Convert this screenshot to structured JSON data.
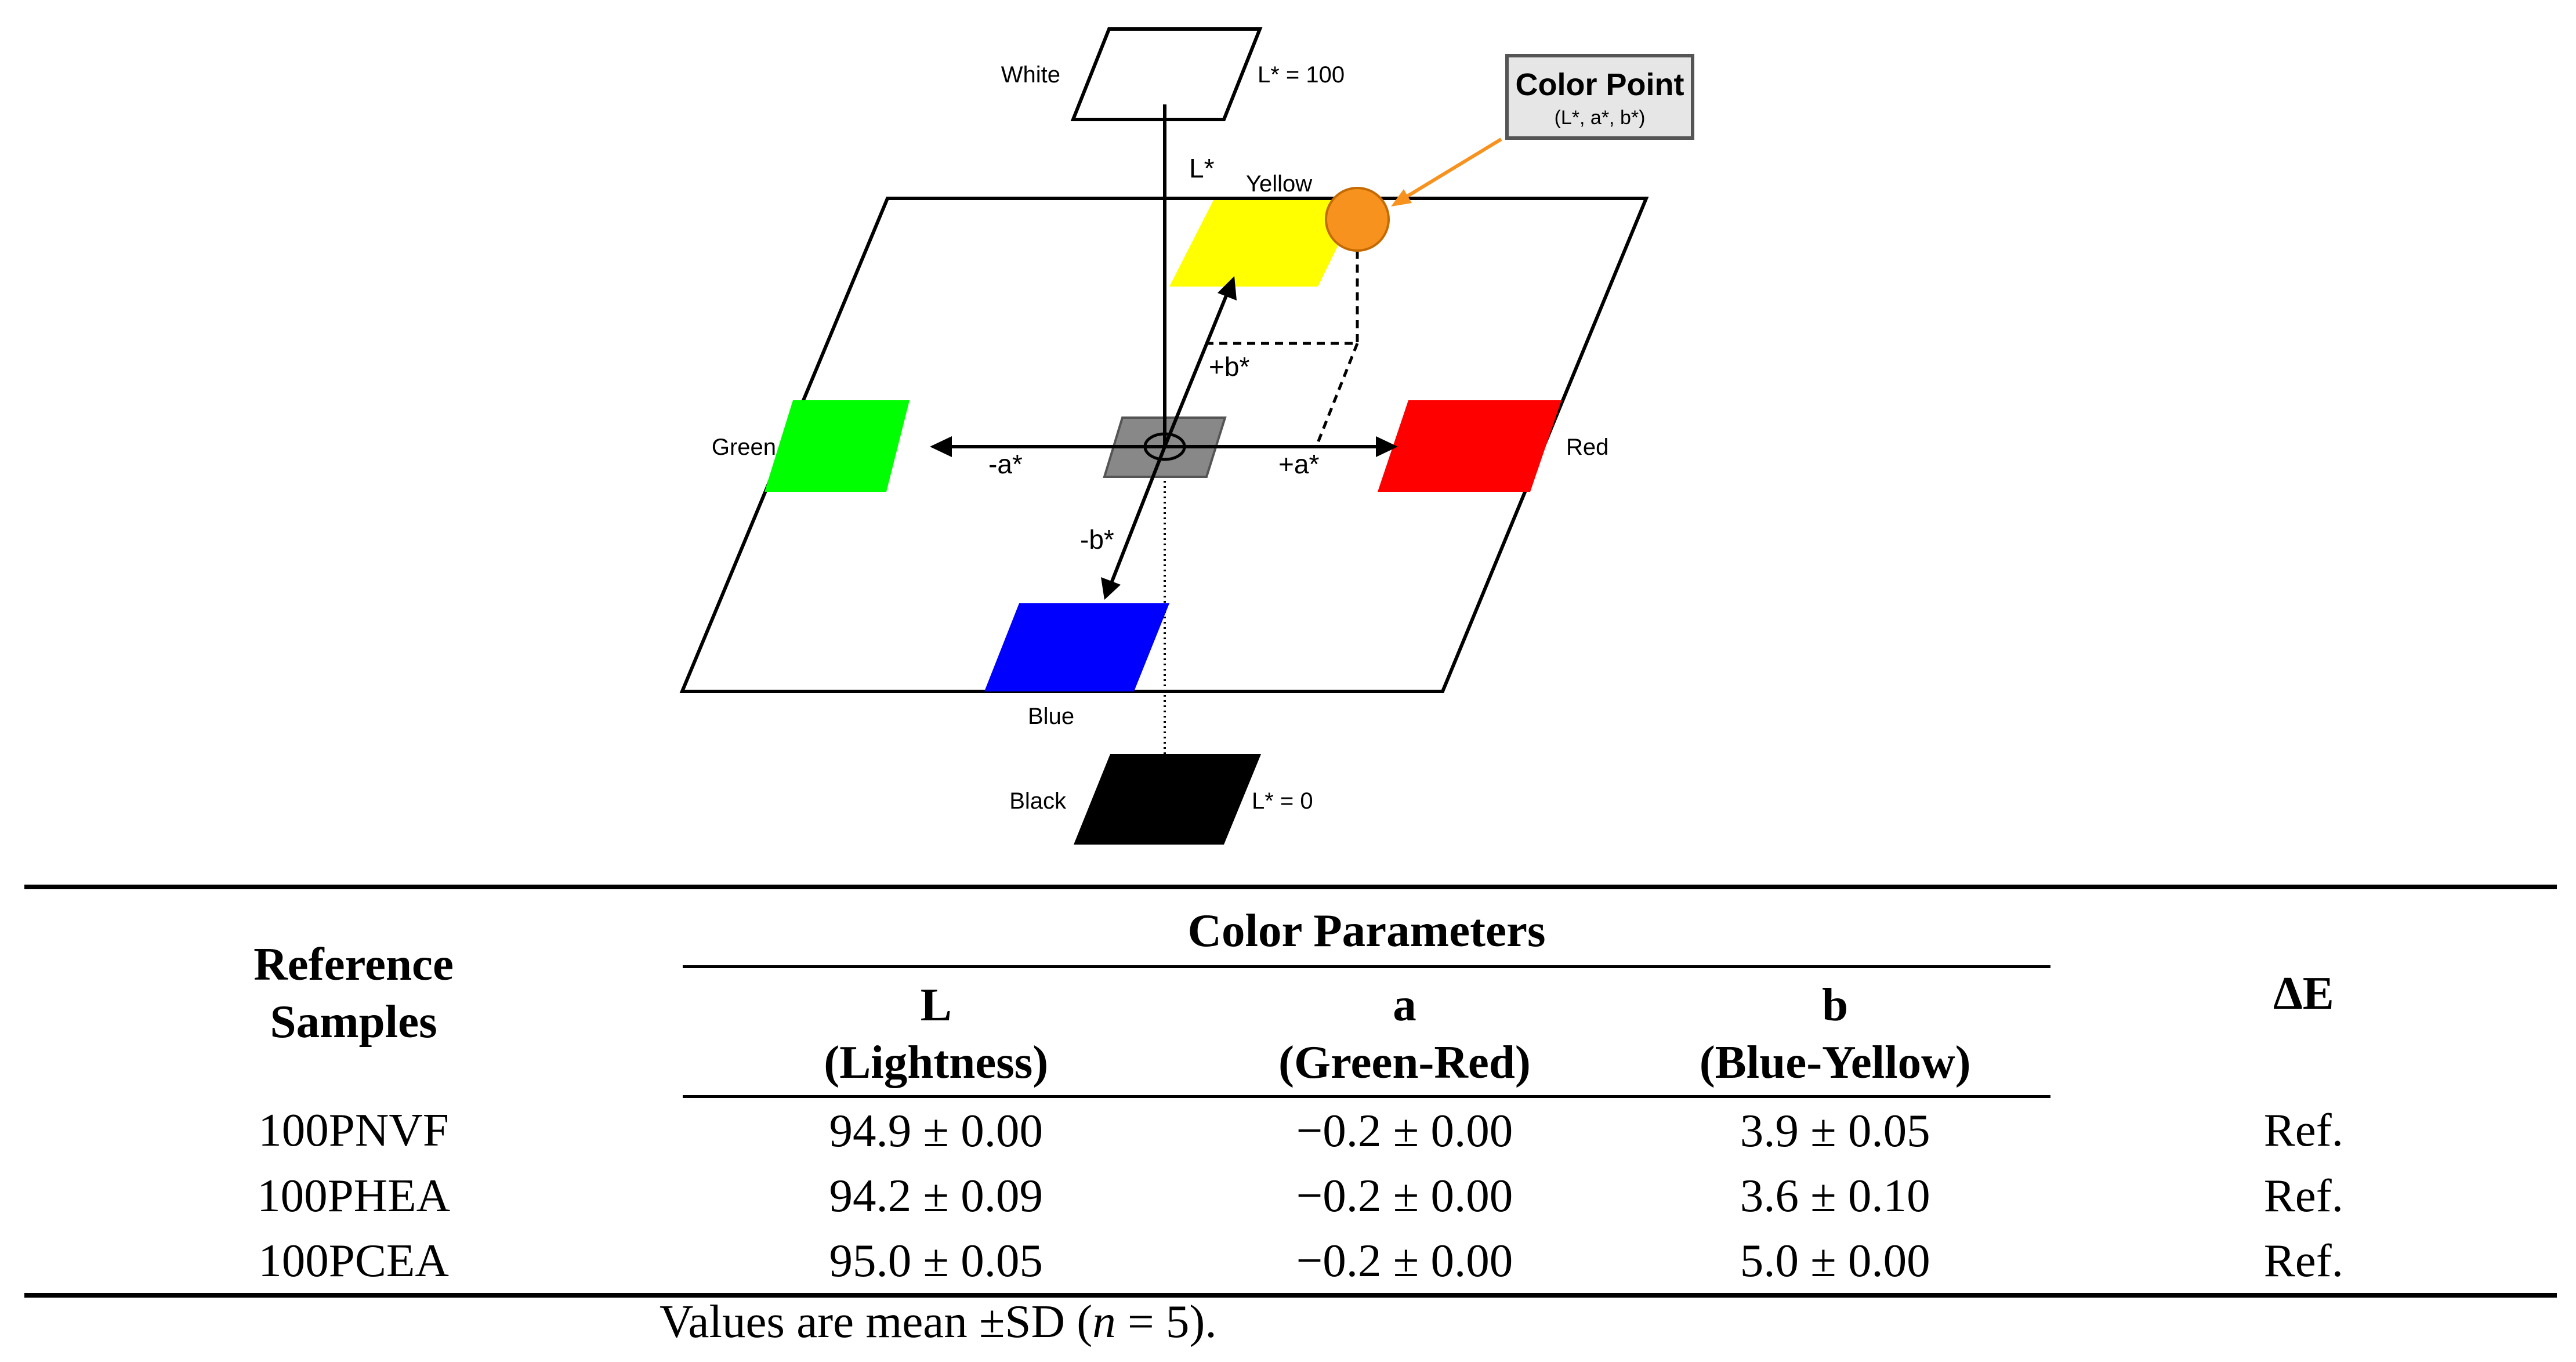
{
  "diagram": {
    "top_plane_label": "White",
    "top_plane_value": "L* = 100",
    "bottom_plane_label": "Black",
    "bottom_plane_value": "L* = 0",
    "l_axis_label": "L*",
    "plus_b_label": "+b*",
    "minus_b_label": "-b*",
    "plus_a_label": "+a*",
    "minus_a_label": "-a*",
    "color_point_box": {
      "title": "Color Point",
      "subtitle": "(L*, a*, b*)"
    },
    "patches": {
      "yellow": {
        "label": "Yellow",
        "color": "#ffff00"
      },
      "green": {
        "label": "Green",
        "color": "#00ff00"
      },
      "red": {
        "label": "Red",
        "color": "#ff0000"
      },
      "blue": {
        "label": "Blue",
        "color": "#0000ff"
      }
    },
    "center_color": "#888888",
    "point_color": "#f7921e",
    "arrow_color": "#f7921e"
  },
  "table": {
    "header": {
      "reference_line1": "Reference",
      "reference_line2": "Samples",
      "group_label": "Color Parameters",
      "col_L_line1": "L",
      "col_L_line2": "(Lightness)",
      "col_a_line1": "a",
      "col_a_line2": "(Green-Red)",
      "col_b_line1": "b",
      "col_b_line2": "(Blue-Yellow)",
      "col_delta": "ΔE"
    },
    "rows": [
      {
        "sample": "100PNVF",
        "L": "94.9 ± 0.00",
        "a": "−0.2 ± 0.00",
        "b": "3.9 ± 0.05",
        "dE": "Ref."
      },
      {
        "sample": "100PHEA",
        "L": "94.2 ± 0.09",
        "a": "−0.2 ± 0.00",
        "b": "3.6 ± 0.10",
        "dE": "Ref."
      },
      {
        "sample": "100PCEA",
        "L": "95.0 ± 0.05",
        "a": "−0.2 ± 0.00",
        "b": "5.0 ± 0.00",
        "dE": "Ref."
      }
    ],
    "footnote_prefix": "Values are mean ±SD (",
    "footnote_n": "n",
    "footnote_suffix": " = 5)."
  }
}
